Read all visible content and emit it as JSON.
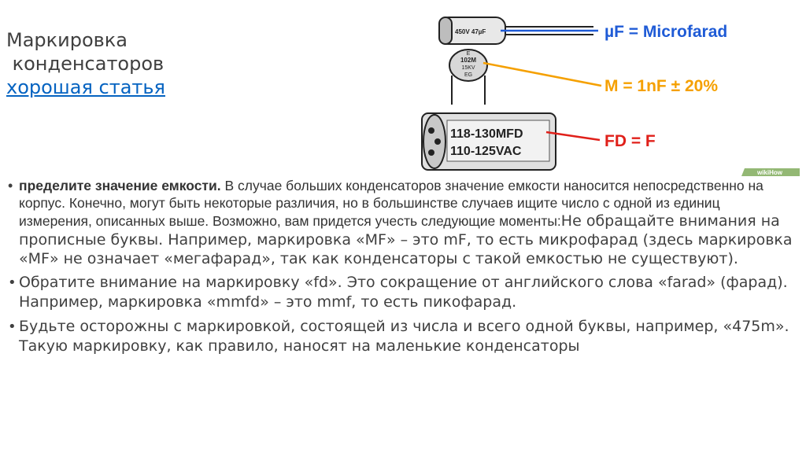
{
  "title": {
    "line1": "Маркировка",
    "line2": " конденсаторов",
    "link": "хорошая статья"
  },
  "figure": {
    "cap1_text": "450V  47µF",
    "cap2_line1": "E",
    "cap2_line2": "102M",
    "cap2_line3": "15KV",
    "cap2_line4": "EG",
    "cap3_line1": "118-130MFD",
    "cap3_line2": "110-125VAC",
    "label1": "µF = Microfarad",
    "label2": "M = 1nF ± 20%",
    "label3": "FD = F",
    "watermark": "wikiHow",
    "colors": {
      "blue": "#1f5bd6",
      "orange": "#f5a000",
      "red": "#e0201a"
    }
  },
  "body": {
    "item1_bold": "пределите значение емкости.",
    "item1_text": " В случае больших конденсаторов значение емкости наносится непосредственно на корпус. Конечно, могут быть некоторые различия, но в большинстве случаев ищите число с одной из единиц измерения, описанных выше. Возможно, вам придется учесть следующие моменты:",
    "item1_tail": "Не обращайте внимания на прописные буквы. Например, маркировка «MF» – это mF, то есть микрофарад (здесь маркировка «MF» не означает «мегафарад», так как конденсаторы с такой емкостью не существуют).",
    "item2": "Обратите внимание на маркировку «fd». Это сокращение от английского слова «farad» (фарад). Например, маркировка «mmfd» – это mmf, то есть пикофарад.",
    "item3": "Будьте осторожны с маркировкой, состоящей из числа и всего одной буквы, например, «475m». Такую маркировку, как правило, наносят на маленькие конденсаторы",
    "bullet": "•"
  }
}
